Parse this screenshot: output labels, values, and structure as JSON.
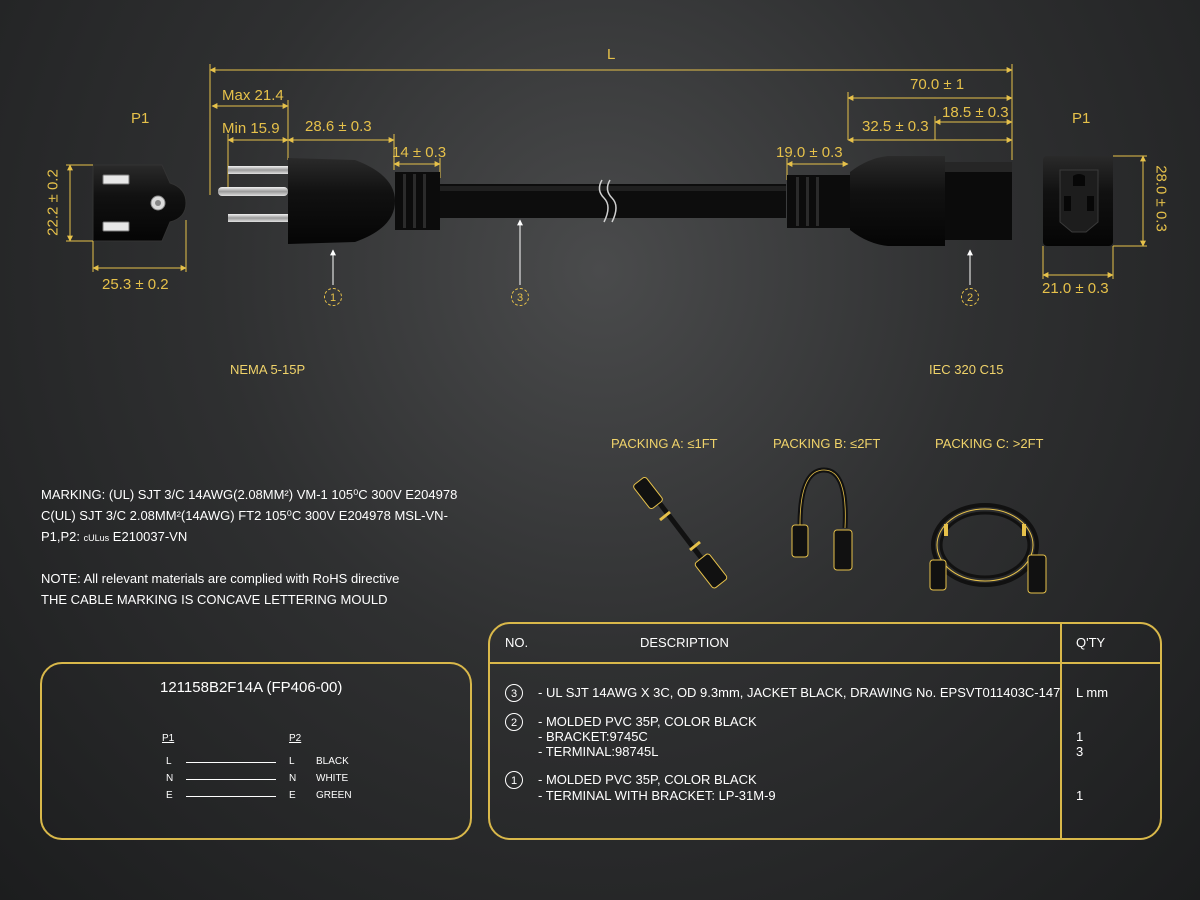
{
  "dimensions": {
    "overall_length": "L",
    "max_plug": "Max 21.4",
    "min_plug": "Min 15.9",
    "plug_body": "28.6 ± 0.3",
    "plug_strain": "14 ± 0.3",
    "conn_total": "70.0 ± 1",
    "conn_body": "32.5 ± 0.3",
    "conn_front": "18.5 ± 0.3",
    "conn_strain": "19.0 ± 0.3",
    "plug_height": "22.2 ± 0.2",
    "plug_width": "25.3 ± 0.2",
    "conn_height": "28.0 ± 0.3",
    "conn_width": "21.0 ± 0.3"
  },
  "labels": {
    "p1_left": "P1",
    "p1_right": "P1",
    "plug_type": "NEMA 5-15P",
    "connector_type": "IEC 320 C15",
    "callout_1": "1",
    "callout_2": "2",
    "callout_3": "3"
  },
  "packing": {
    "a": "PACKING A: ≤1FT",
    "b": "PACKING B: ≤2FT",
    "c": "PACKING C: >2FT"
  },
  "marking": {
    "line1": "MARKING: (UL) SJT 3/C 14AWG(2.08MM²) VM-1 105⁰C 300V E204978",
    "line2": "C(UL) SJT 3/C 2.08MM²(14AWG) FT2 105⁰C 300V E204978 MSL-VN-",
    "line3_prefix": "P1,P2:",
    "line3_logo": "cULus",
    "line3_suffix": "E210037-VN",
    "note1": "NOTE: All relevant materials are complied with RoHS directive",
    "note2": "THE CABLE MARKING IS CONCAVE LETTERING MOULD"
  },
  "wiring": {
    "part_number": "121158B2F14A (FP406-00)",
    "p1_header": "P1",
    "p2_header": "P2",
    "rows": [
      {
        "p1": "L",
        "p2": "L",
        "color": "BLACK"
      },
      {
        "p1": "N",
        "p2": "N",
        "color": "WHITE"
      },
      {
        "p1": "E",
        "p2": "E",
        "color": "GREEN"
      }
    ]
  },
  "bom": {
    "headers": {
      "no": "NO.",
      "desc": "DESCRIPTION",
      "qty": "Q'TY"
    },
    "items": [
      {
        "no": "3",
        "lines": [
          "- UL SJT 14AWG X 3C, OD 9.3mm, JACKET BLACK, DRAWING No. EPSVT011403C-147"
        ],
        "qty": [
          "L mm"
        ]
      },
      {
        "no": "2",
        "lines": [
          "- MOLDED PVC 35P, COLOR BLACK",
          "- BRACKET:9745C",
          "- TERMINAL:98745L"
        ],
        "qty": [
          "",
          "1",
          "3"
        ]
      },
      {
        "no": "1",
        "lines": [
          "- MOLDED PVC 35P, COLOR BLACK",
          "- TERMINAL WITH BRACKET: LP-31M-9"
        ],
        "qty": [
          "",
          "1"
        ]
      }
    ]
  },
  "colors": {
    "gold": "#e6c14a",
    "background": "#2f3031",
    "cable": "#0d0d0d"
  }
}
